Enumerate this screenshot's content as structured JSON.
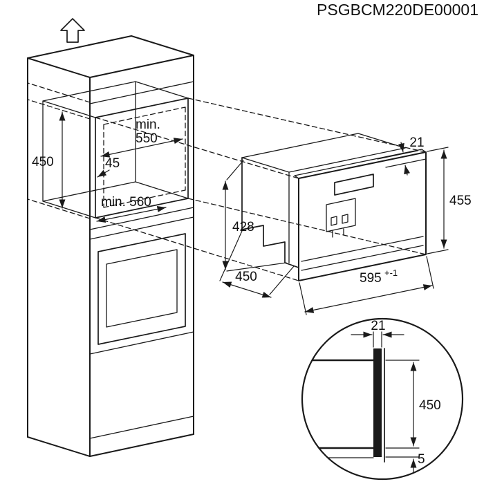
{
  "title": "PSGBCM220DE00001",
  "cabinet": {
    "niche_width_min_label": "min.",
    "niche_width": "550",
    "left_clearance": "45",
    "niche_height": "450",
    "niche_depth_label": "min. 560"
  },
  "appliance": {
    "front_overhang": "21",
    "body_height": "428",
    "front_height": "455",
    "body_depth": "450",
    "front_width": "595",
    "front_width_tolerance": "+-1"
  },
  "detail": {
    "front_overhang": "21",
    "front_panel_height": "450",
    "bottom_overlap": "5"
  }
}
